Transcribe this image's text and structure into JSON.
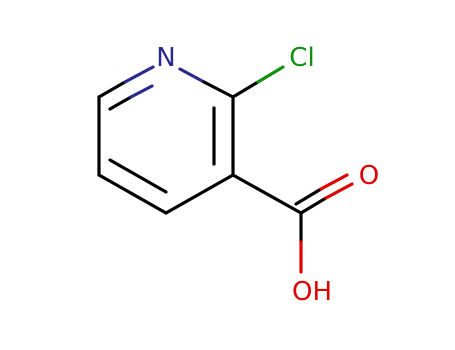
{
  "molecule": {
    "atoms": [
      {
        "id": "N1",
        "element": "N",
        "label": "N",
        "color": "#2a2a8c"
      },
      {
        "id": "Cl",
        "element": "Cl",
        "label": "Cl",
        "color": "#109010"
      },
      {
        "id": "O1",
        "element": "O",
        "label": "O",
        "color": "#e00000"
      },
      {
        "id": "O2",
        "element": "O",
        "label": "OH",
        "color": "#e00000"
      }
    ],
    "colors": {
      "carbon_bond": "#000000",
      "nitrogen": "#2a2a8c",
      "chlorine": "#109010",
      "oxygen": "#e00000"
    }
  }
}
